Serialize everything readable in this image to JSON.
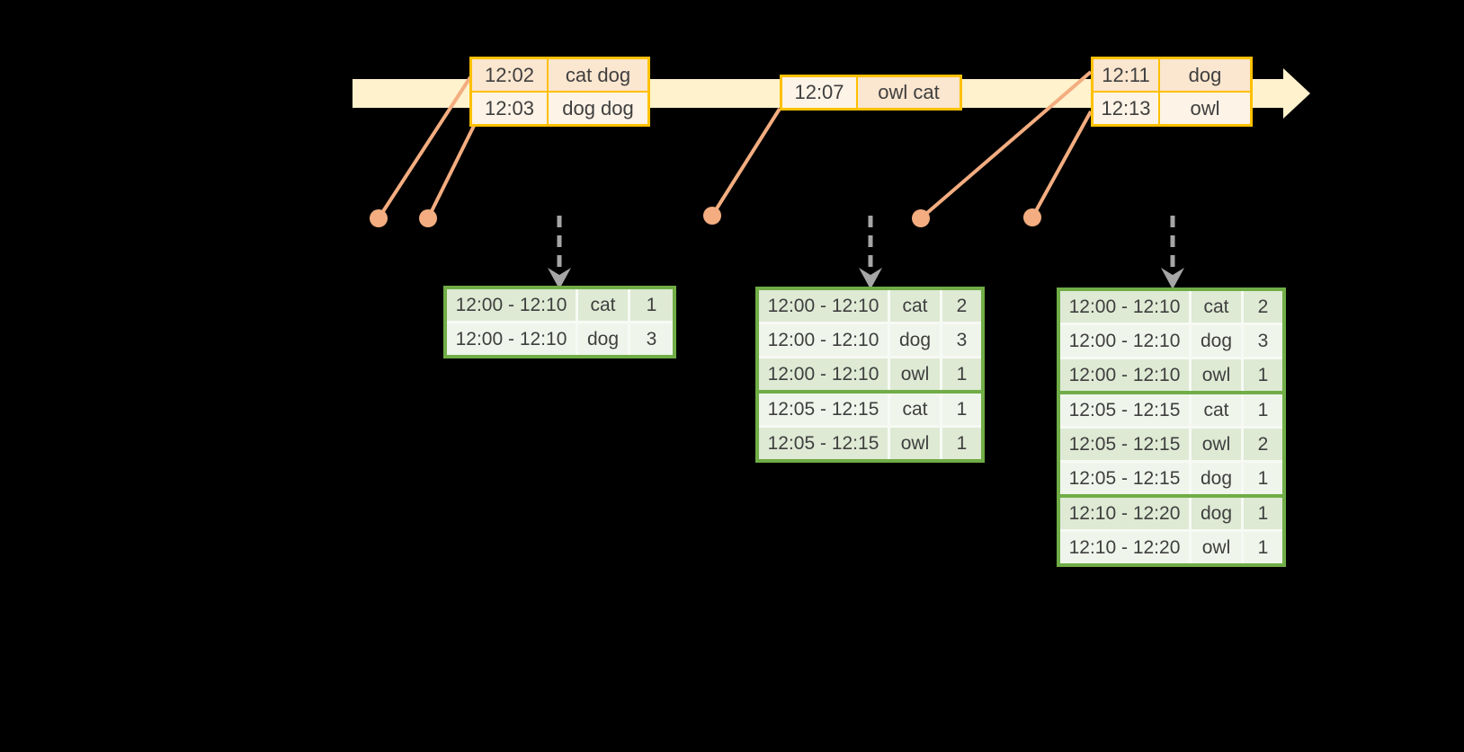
{
  "colors": {
    "bg": "#000000",
    "timeline": "#FFF2CC",
    "gold": "#FFC000",
    "peach": "#FBE6CF",
    "peachLight": "#FDF3E6",
    "salmon": "#F3AD80",
    "gray": "#A6A6A6",
    "green": "#70AD47",
    "sage": "#DEEAD4",
    "sageLight": "#F0F5EB",
    "pale": "#F7FAF4",
    "text": "#3F3F3F"
  },
  "event_tables": [
    {
      "rows": [
        {
          "time": "12:02",
          "words": "cat dog"
        },
        {
          "time": "12:03",
          "words": "dog dog"
        }
      ]
    },
    {
      "rows": [
        {
          "time": "12:07",
          "words": "owl cat"
        }
      ]
    },
    {
      "rows": [
        {
          "time": "12:11",
          "words": "dog"
        },
        {
          "time": "12:13",
          "words": "owl"
        }
      ]
    }
  ],
  "result_tables": [
    {
      "rows": [
        {
          "window": "12:00 - 12:10",
          "word": "cat",
          "count": "1"
        },
        {
          "window": "12:00 - 12:10",
          "word": "dog",
          "count": "3"
        }
      ]
    },
    {
      "rows": [
        {
          "window": "12:00 - 12:10",
          "word": "cat",
          "count": "2"
        },
        {
          "window": "12:00 - 12:10",
          "word": "dog",
          "count": "3"
        },
        {
          "window": "12:00 - 12:10",
          "word": "owl",
          "count": "1"
        },
        {
          "window": "12:05 - 12:15",
          "word": "cat",
          "count": "1"
        },
        {
          "window": "12:05 - 12:15",
          "word": "owl",
          "count": "1"
        }
      ]
    },
    {
      "rows": [
        {
          "window": "12:00 - 12:10",
          "word": "cat",
          "count": "2"
        },
        {
          "window": "12:00 - 12:10",
          "word": "dog",
          "count": "3"
        },
        {
          "window": "12:00 - 12:10",
          "word": "owl",
          "count": "1"
        },
        {
          "window": "12:05 - 12:15",
          "word": "cat",
          "count": "1"
        },
        {
          "window": "12:05 - 12:15",
          "word": "owl",
          "count": "2"
        },
        {
          "window": "12:05 - 12:15",
          "word": "dog",
          "count": "1"
        },
        {
          "window": "12:10 - 12:20",
          "word": "dog",
          "count": "1"
        },
        {
          "window": "12:10 - 12:20",
          "word": "owl",
          "count": "1"
        }
      ]
    }
  ]
}
